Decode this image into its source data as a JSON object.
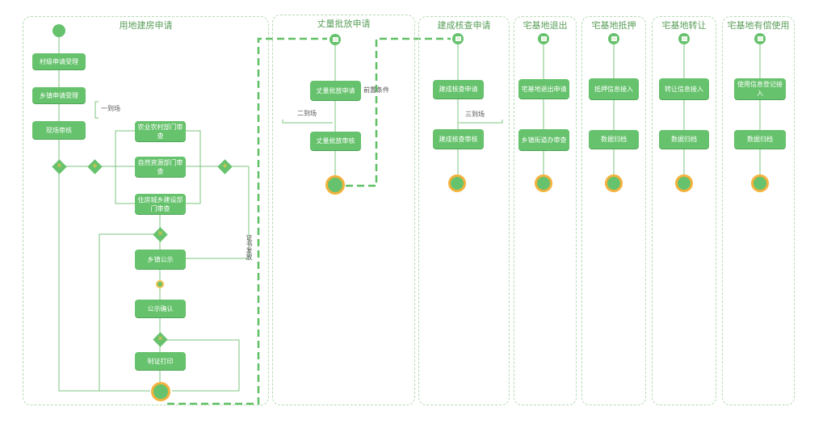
{
  "lanes": [
    {
      "title": "用地建房申请"
    },
    {
      "title": "丈量批放申请"
    },
    {
      "title": "建成核查申请"
    },
    {
      "title": "宅基地退出"
    },
    {
      "title": "宅基地抵押"
    },
    {
      "title": "宅基地转让"
    },
    {
      "title": "宅基地有偿使用"
    }
  ],
  "nodes": {
    "village_accept": "村级申请受理",
    "town_accept": "乡镇申请受理",
    "site_review": "现场审核",
    "agri_dept": "农业农村部门审查",
    "nature_dept": "自然资源部门审查",
    "housing_dept": "住房城乡建设部门审查",
    "town_publicity": "乡镇公示",
    "publicity_confirm": "公示确认",
    "make_print": "制证打印",
    "measure_apply": "丈量批放申请",
    "measure_review": "丈量批放审核",
    "build_apply": "建成核查申请",
    "build_review": "建成核查审核",
    "exit_apply": "宅基地退出申请",
    "exit_review": "乡镇街道办审查",
    "mortgage_info": "抵押信息接入",
    "mortgage_archive": "数据归档",
    "transfer_info": "转让信息接入",
    "transfer_archive": "数据归档",
    "use_info": "使用信息登记接入",
    "use_archive": "数据归档"
  },
  "labels": {
    "first_visit": "一到场",
    "second_visit": "二到场",
    "third_visit": "三到场",
    "precondition": "前置条件",
    "certificate_issue": "证书发放"
  },
  "colors": {
    "node": "#66c26c",
    "lane_border": "#b5dbb5",
    "end_ring": "#f3b23c",
    "connector": "#5fbf63"
  }
}
